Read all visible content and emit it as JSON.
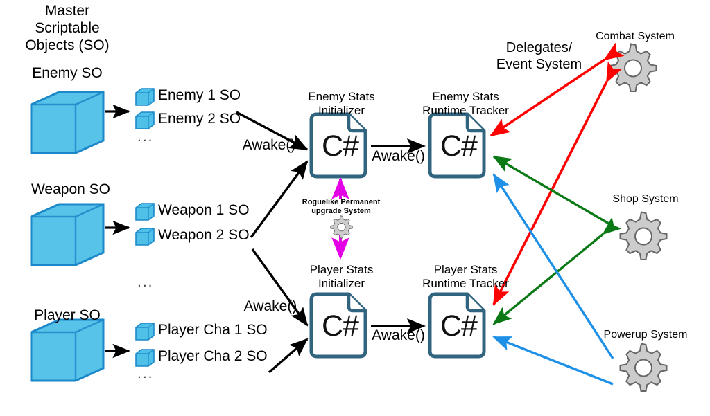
{
  "diagram": {
    "title_block": "Master\nScriptable\nObjects (SO)",
    "groups": [
      {
        "name": "Enemy SO",
        "items": [
          "Enemy 1 SO",
          "Enemy 2 SO"
        ],
        "ellipsis": "..."
      },
      {
        "name": "Weapon SO",
        "items": [
          "Weapon 1 SO",
          "Weapon 2 SO"
        ],
        "ellipsis": "..."
      },
      {
        "name": "Player SO",
        "items": [
          "Player Cha 1 SO",
          "Player Cha 2 SO"
        ],
        "ellipsis": "..."
      }
    ],
    "scripts": [
      {
        "title": "Enemy Stats\nInitializer",
        "glyph": "C#"
      },
      {
        "title": "Enemy Stats\nRuntime Tracker",
        "glyph": "C#"
      },
      {
        "title": "Player Stats\nInitializer",
        "glyph": "C#"
      },
      {
        "title": "Player Stats\nRuntime Tracker",
        "glyph": "C#"
      }
    ],
    "awake_labels": [
      "Awake()",
      "Awake()",
      "Awake()",
      "Awake()"
    ],
    "upgrade_system": {
      "label": "Roguelike Permanent\nupgrade System",
      "icon": "gear-icon"
    },
    "delegates_label": "Delegates/\nEvent System",
    "systems": [
      {
        "name": "Combat System",
        "icon": "gear-icon"
      },
      {
        "name": "Shop System",
        "icon": "gear-icon"
      },
      {
        "name": "Powerup System",
        "icon": "gear-icon"
      }
    ],
    "colors": {
      "cube_fill": "#4FC0E8",
      "cube_stroke": "#1B88C9",
      "script_border": "#31657F",
      "gear_fill": "#CCCCCC",
      "gear_stroke": "#666666",
      "arrow_black": "#000000",
      "arrow_red": "#FF0000",
      "arrow_green": "#0B7A16",
      "arrow_blue": "#1E90E8",
      "arrow_magenta": "#E400E4"
    }
  }
}
